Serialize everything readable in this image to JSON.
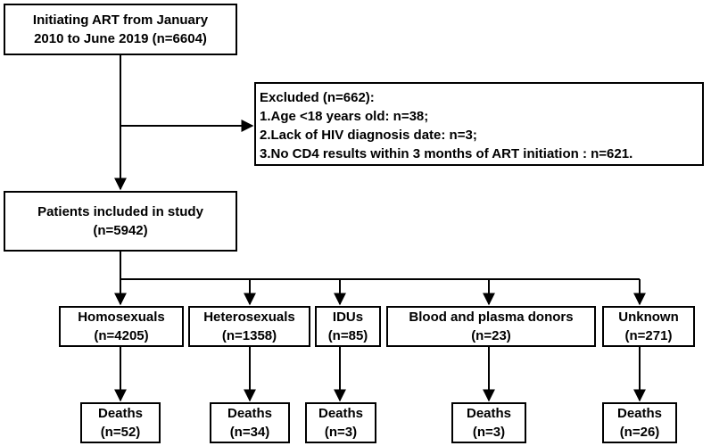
{
  "start": {
    "line1": "Initiating ART from January",
    "line2": "2010 to June 2019 (n=6604)"
  },
  "excluded": {
    "title": "Excluded (n=662):",
    "items": [
      "1.Age <18 years old: n=38;",
      "2.Lack of HIV diagnosis date: n=3;",
      "3.No CD4 results within 3 months of ART initiation : n=621."
    ]
  },
  "included": {
    "line1": "Patients included in study",
    "line2": "(n=5942)"
  },
  "groups": [
    {
      "label": "Homosexuals",
      "n": "(n=4205)"
    },
    {
      "label": "Heterosexuals",
      "n": "(n=1358)"
    },
    {
      "label": "IDUs",
      "n": "(n=85)"
    },
    {
      "label": "Blood and plasma donors",
      "n": "(n=23)"
    },
    {
      "label": "Unknown",
      "n": "(n=271)"
    }
  ],
  "deaths": [
    {
      "label": "Deaths",
      "n": "(n=52)"
    },
    {
      "label": "Deaths",
      "n": "(n=34)"
    },
    {
      "label": "Deaths",
      "n": "(n=3)"
    },
    {
      "label": "Deaths",
      "n": "(n=3)"
    },
    {
      "label": "Deaths",
      "n": "(n=26)"
    }
  ]
}
